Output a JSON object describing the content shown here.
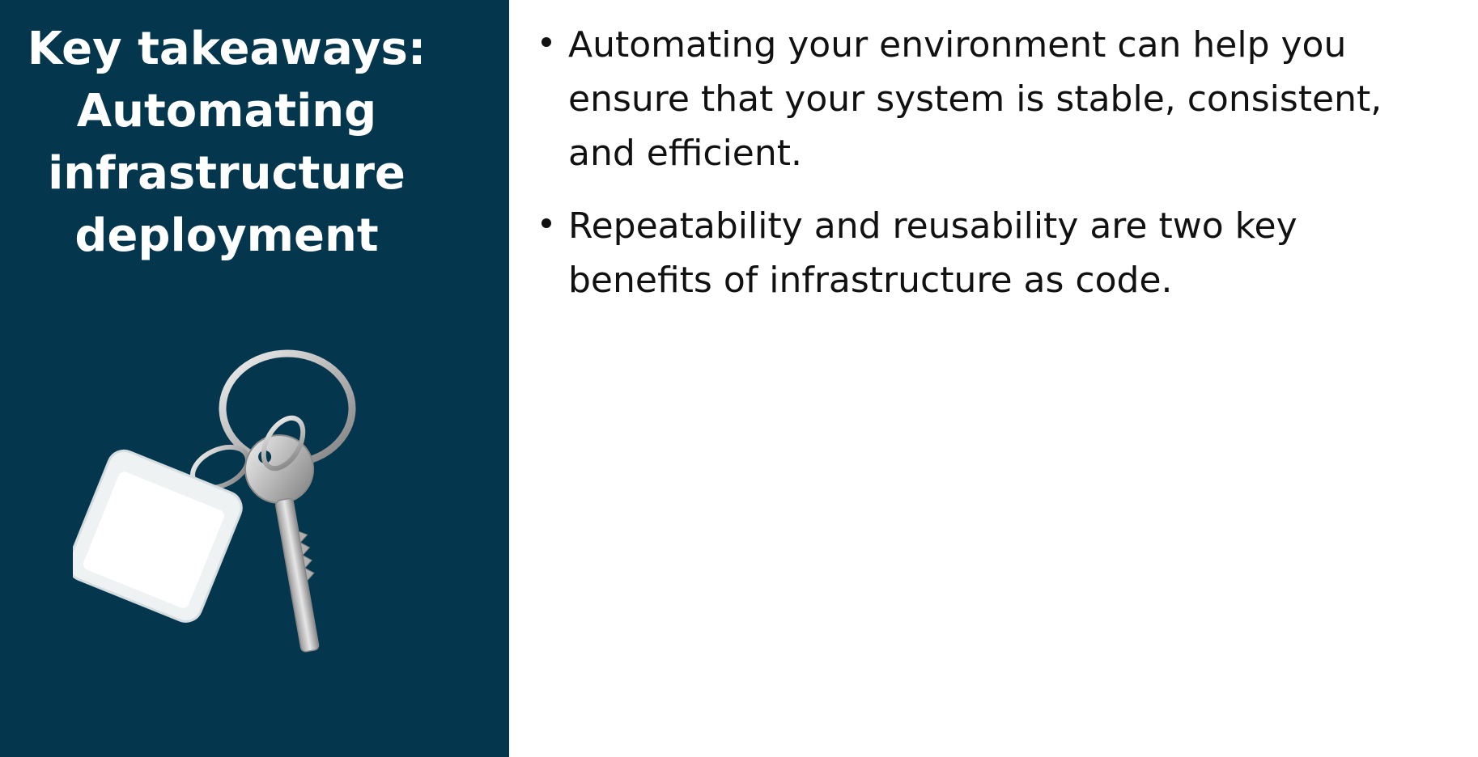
{
  "slide": {
    "title_lines": [
      "Key takeaways:",
      "Automating",
      "infrastructure",
      "deployment"
    ],
    "bullets": [
      "Automating your environment can help you ensure that your system is stable, consistent, and efficient.",
      "Repeatability and reusability are two key benefits of infrastructure as code."
    ]
  },
  "colors": {
    "panel_background": "#04364d",
    "title_text": "#ffffff",
    "body_text": "#111111"
  },
  "image": {
    "icon": "keychain-icon"
  }
}
